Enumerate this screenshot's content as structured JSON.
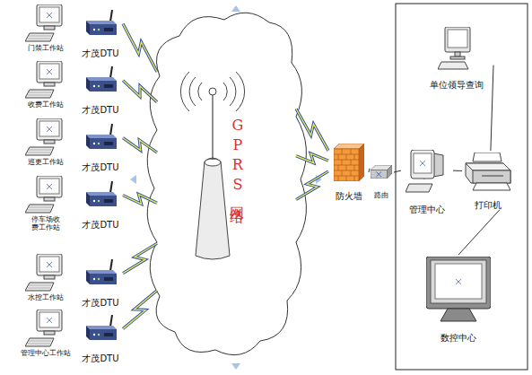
{
  "diagram": {
    "nodes": [
      {
        "text": [
          "门禁工作站"
        ]
      },
      {
        "text": [
          "才茂DTU"
        ]
      },
      {
        "text": [
          "收费工作站"
        ]
      },
      {
        "text": [
          "才茂DTU"
        ]
      },
      {
        "text": [
          "巡更工作站"
        ]
      },
      {
        "text": [
          "才茂DTU"
        ]
      },
      {
        "text": [
          "停车场收 费工作站"
        ]
      },
      {
        "text": [
          "才茂DTU"
        ]
      },
      {
        "text": [
          "水控工作站"
        ]
      },
      {
        "text": [
          "才茂DTU"
        ]
      },
      {
        "text": [
          "管理中心工作站"
        ]
      },
      {
        "text": [
          "才茂DTU"
        ]
      },
      {
        "text": [
          "GPRS网络"
        ]
      },
      {
        "text": [
          "防火墙"
        ]
      },
      {
        "text": [
          "路由"
        ]
      },
      {
        "text": [
          "单位领导查询"
        ]
      },
      {
        "text": [
          "管理中心"
        ]
      },
      {
        "text": [
          "打印机"
        ]
      },
      {
        "text": [
          "数控中心"
        ]
      }
    ],
    "edges": [
      {
        "from": 1,
        "to": 12,
        "arrow": "none"
      },
      {
        "from": 3,
        "to": 12,
        "arrow": "none"
      },
      {
        "from": 5,
        "to": 12,
        "arrow": "none"
      },
      {
        "from": 7,
        "to": 12,
        "arrow": "none"
      },
      {
        "from": 9,
        "to": 12,
        "arrow": "none"
      },
      {
        "from": 11,
        "to": 12,
        "arrow": "none"
      },
      {
        "from": 12,
        "to": 13,
        "arrow": "none"
      },
      {
        "from": 12,
        "to": 13,
        "arrow": "none"
      },
      {
        "from": 12,
        "to": 13,
        "arrow": "none"
      },
      {
        "from": 13,
        "to": 14,
        "arrow": "none"
      },
      {
        "from": 14,
        "to": 16,
        "arrow": "none"
      },
      {
        "from": 16,
        "to": 17,
        "arrow": "none"
      },
      {
        "from": 15,
        "to": 17,
        "arrow": "none"
      },
      {
        "from": 18,
        "to": 17,
        "arrow": "none"
      }
    ]
  }
}
